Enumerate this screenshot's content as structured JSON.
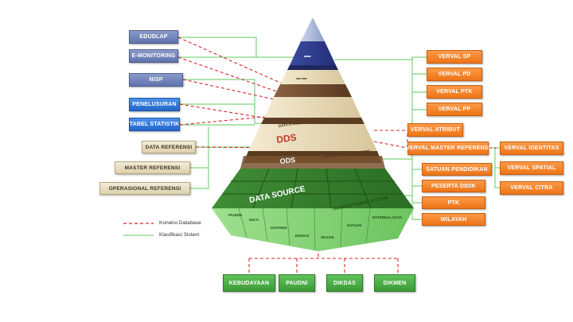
{
  "left_boxes": {
    "edudlap": "EDUDLAP",
    "emonitoring": "E-MONITORING",
    "nisp": "NISP",
    "penelusuran": "PENELUSURAN",
    "tabel_statistik": "TABEL STATISTIK",
    "data_referensi": "DATA REFERENSI",
    "master_referensi": "MASTER REFERENSI",
    "operasional_referensi": "OPERASIONAL REFERENSI"
  },
  "right_boxes": {
    "verval_sp": "VERVAL SP",
    "verval_pd": "VERVAL PD",
    "verval_ptk": "VERVAL PTK",
    "verval_pp": "VERVAL PP",
    "verval_atribut": "VERVAL ATRIBUT",
    "verval_master_referensi": "VERVAL MASTER REFERENSI",
    "satuan_pendidikan": "SATUAN PENDIDIKAN",
    "peserta_didik": "PESERTA DIDIK",
    "ptk": "PTK",
    "wilayah": "WILAYAH",
    "verval_identitas": "VERVAL IDENTITAS",
    "verval_spatial": "VERVAL SPATIAL",
    "verval_citra": "VERVAL CITRA"
  },
  "bottom_boxes": {
    "kebudayaan": "KEBUDAYAAN",
    "paudni": "PAUDNI",
    "dikdas": "DIKDAS",
    "dikmen": "DIKMEN"
  },
  "legend": {
    "koneksi": "Koneksi Database",
    "klasifikasi": "Klasifikasi Sistem"
  },
  "pyramid": {
    "ods": "ODS",
    "dds": "DDS",
    "dds_sub": "OPERATIONAL DATA STORE",
    "ds_sub": "DATA STORE",
    "data_source": "DATA SOURCE",
    "transactional": "TRANSACTIONAL SYSTEM",
    "paudni": "PAUDNI",
    "dikti": "DIKTI",
    "dapodik": "DAPODIK",
    "dikdas": "DIKDAS",
    "sdasis": "SDASIS",
    "satuan": "SATUAN",
    "external": "EXTERNAL DATA"
  },
  "colors": {
    "connection_line": "#d8262c",
    "classification_line": "#7ed37a",
    "navy": "#6a7db5",
    "blue": "#2f7bdc",
    "orange": "#f3801f",
    "green": "#4fbe49",
    "pyramid_green": "#3c8e33",
    "pyramid_beige": "#e9dcb5",
    "pyramid_brown": "#6b4a2b",
    "pyramid_navy": "#2a3a8a"
  }
}
